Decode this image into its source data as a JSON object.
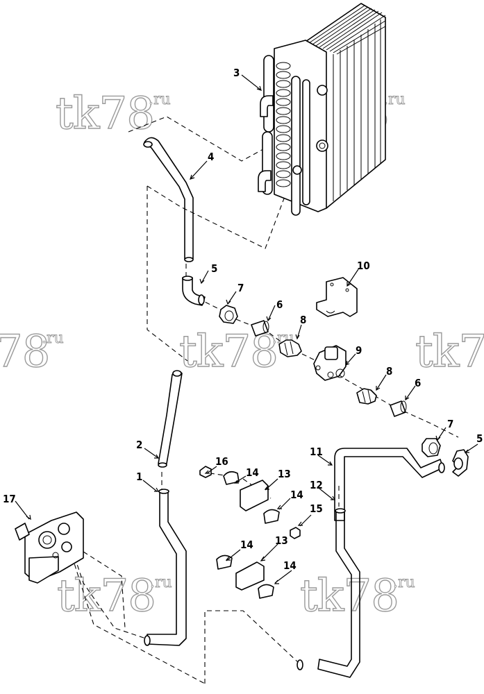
{
  "watermark": {
    "text": "tk78",
    "suffix": ".ru",
    "partial_left": "78",
    "partial_right": "tk7"
  },
  "callouts": [
    {
      "id": "c3",
      "label": "3"
    },
    {
      "id": "c4",
      "label": "4"
    },
    {
      "id": "c5a",
      "label": "5"
    },
    {
      "id": "c7a",
      "label": "7"
    },
    {
      "id": "c6a",
      "label": "6"
    },
    {
      "id": "c10",
      "label": "10"
    },
    {
      "id": "c8a",
      "label": "8"
    },
    {
      "id": "c9",
      "label": "9"
    },
    {
      "id": "c8b",
      "label": "8"
    },
    {
      "id": "c6b",
      "label": "6"
    },
    {
      "id": "c7b",
      "label": "7"
    },
    {
      "id": "c5b",
      "label": "5"
    },
    {
      "id": "c2",
      "label": "2"
    },
    {
      "id": "c1",
      "label": "1"
    },
    {
      "id": "c16",
      "label": "16"
    },
    {
      "id": "c14a",
      "label": "14"
    },
    {
      "id": "c13a",
      "label": "13"
    },
    {
      "id": "c14b",
      "label": "14"
    },
    {
      "id": "c11",
      "label": "11"
    },
    {
      "id": "c12",
      "label": "12"
    },
    {
      "id": "c15",
      "label": "15"
    },
    {
      "id": "c17",
      "label": "17"
    },
    {
      "id": "c14c",
      "label": "14"
    },
    {
      "id": "c13b",
      "label": "13"
    },
    {
      "id": "c14d",
      "label": "14"
    }
  ]
}
